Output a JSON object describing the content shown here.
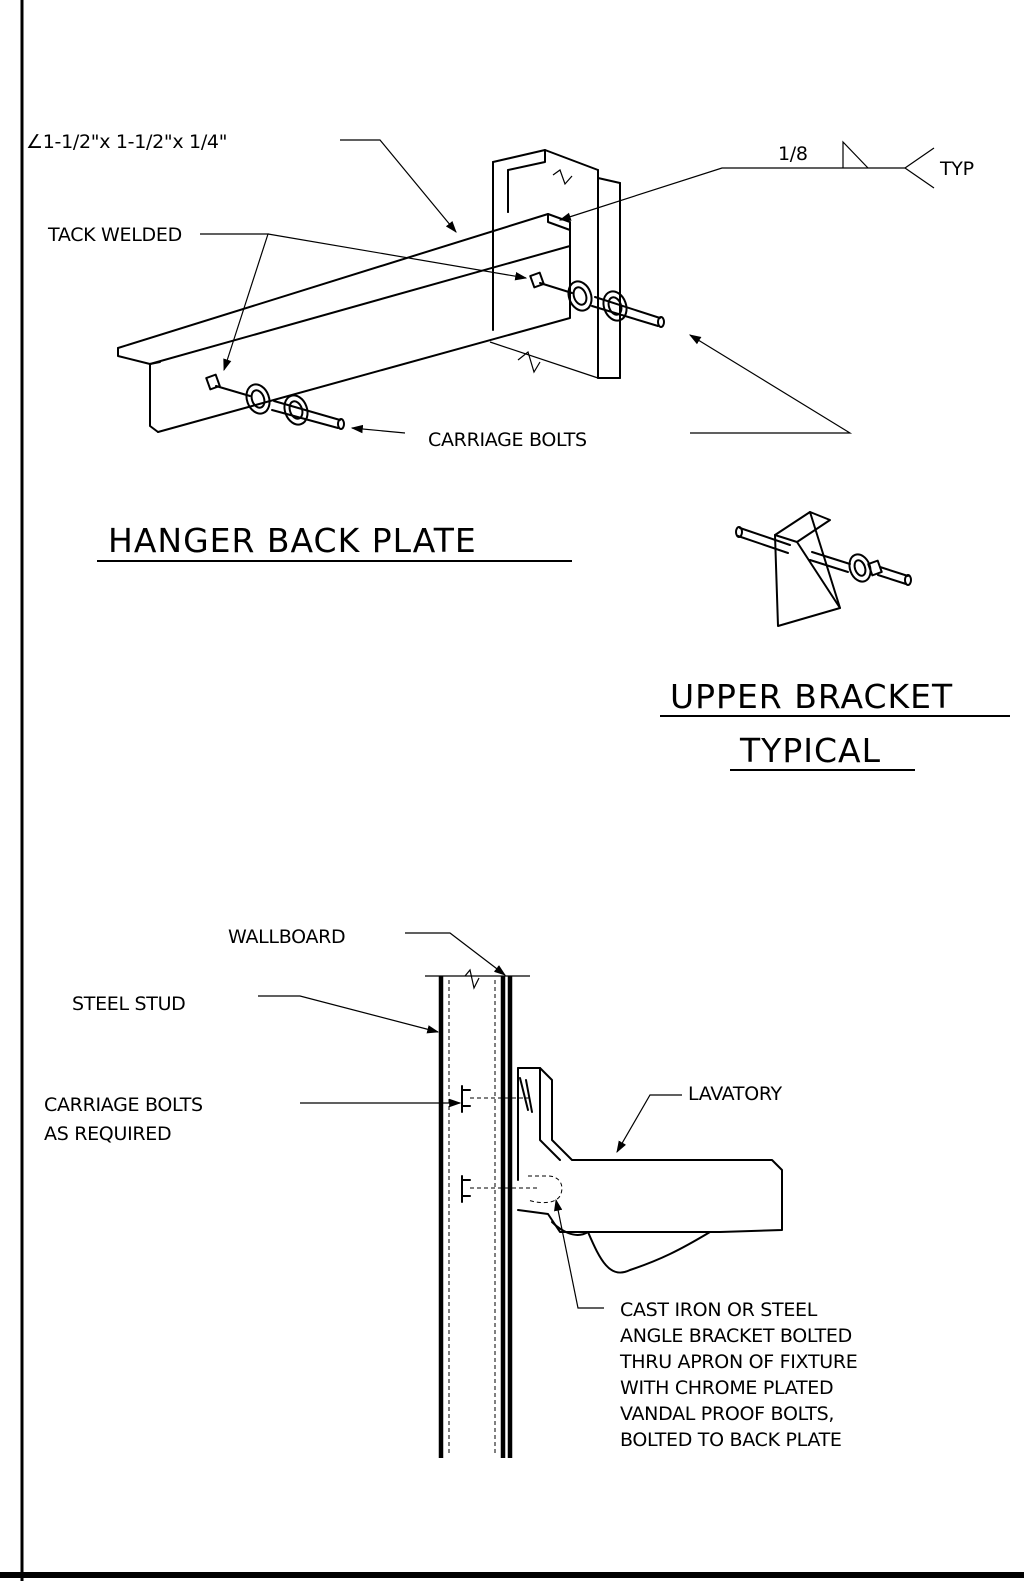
{
  "hanger": {
    "angle_label": "∠1-1/2\"x 1-1/2\"x 1/4\"",
    "weld_size": "1/8",
    "weld_note": "TYP",
    "tack_welded": "TACK WELDED",
    "carriage_bolts": "CARRIAGE BOLTS",
    "title": "HANGER BACK PLATE"
  },
  "upper_bracket": {
    "title_line1": "UPPER BRACKET",
    "title_line2": "TYPICAL"
  },
  "section": {
    "wallboard": "WALLBOARD",
    "steel_stud": "STEEL STUD",
    "carriage_bolts_line1": "CARRIAGE BOLTS",
    "carriage_bolts_line2": "AS REQUIRED",
    "lavatory": "LAVATORY",
    "bracket_note": [
      "CAST IRON OR STEEL",
      "ANGLE BRACKET BOLTED",
      "THRU APRON OF FIXTURE",
      "WITH CHROME PLATED",
      "VANDAL PROOF BOLTS,",
      "BOLTED TO BACK PLATE"
    ]
  }
}
